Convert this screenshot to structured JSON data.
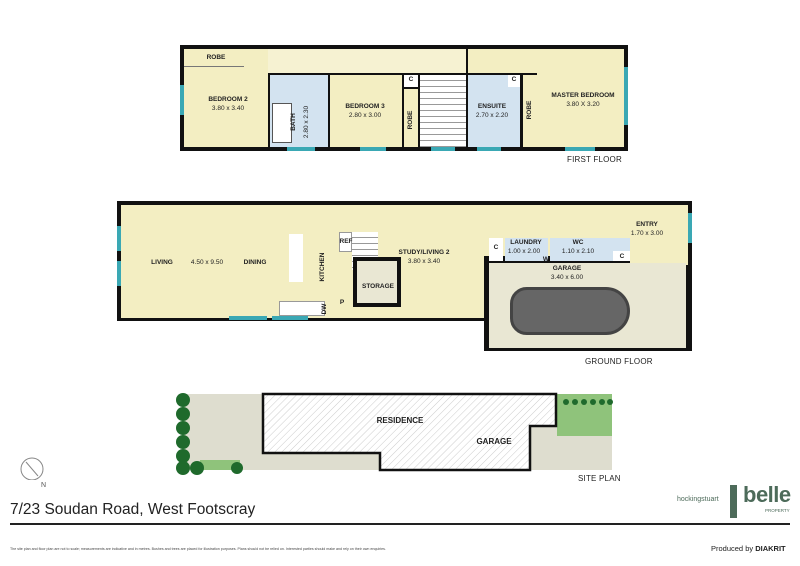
{
  "first_floor": {
    "caption": "FIRST FLOOR",
    "rooms": [
      {
        "name": "ROBE"
      },
      {
        "name": "BEDROOM 2",
        "size": "3.80 x 3.40"
      },
      {
        "name": "BATH",
        "size": "2.80 x 2.30"
      },
      {
        "name": "BEDROOM 3",
        "size": "2.80 x 3.00"
      },
      {
        "name": "ROBE"
      },
      {
        "name": "C"
      },
      {
        "name": "ENSUITE",
        "size": "2.70 x 2.20"
      },
      {
        "name": "C"
      },
      {
        "name": "ROBE"
      },
      {
        "name": "MASTER BEDROOM",
        "size": "3.80 X 3.20"
      }
    ]
  },
  "ground_floor": {
    "caption": "GROUND FLOOR",
    "rooms": [
      {
        "name": "LIVING"
      },
      {
        "name": "4.50 x 9.50"
      },
      {
        "name": "DINING"
      },
      {
        "name": "KITCHEN"
      },
      {
        "name": "REF"
      },
      {
        "name": "DW"
      },
      {
        "name": "P"
      },
      {
        "name": "STORAGE"
      },
      {
        "name": "STUDY/LIVING 2",
        "size": "3.80 x 3.40"
      },
      {
        "name": "C"
      },
      {
        "name": "LAUNDRY",
        "size": "1.00 x 2.00"
      },
      {
        "name": "W"
      },
      {
        "name": "WC",
        "size": "1.10 x 2.10"
      },
      {
        "name": "C"
      },
      {
        "name": "ENTRY",
        "size": "1.70 x 3.00"
      },
      {
        "name": "GARAGE",
        "size": "3.40 x 6.00"
      }
    ]
  },
  "site_plan": {
    "caption": "SITE PLAN",
    "labels": [
      "RESIDENCE",
      "GARAGE"
    ],
    "compass": "N"
  },
  "address": "7/23 Soudan Road, West Footscray",
  "disclaimer": "The site plan and floor plan are not to scale; measurements are indicative and in metres. Bushes and trees are placed for illustration purposes. Plans should not be relied on. Interested parties should make and rely on their own enquiries.",
  "branding": {
    "agency": "hockingstuart",
    "brand": "belle",
    "brand_sub": "PROPERTY",
    "produced_by": "Produced by",
    "producer": "DIAKRIT",
    "brand_color": "#4d6b5a"
  },
  "colors": {
    "room": "#f3eec2",
    "wet_area": "#d3e3f0",
    "window": "#3aa8b4",
    "wall": "#111111"
  }
}
